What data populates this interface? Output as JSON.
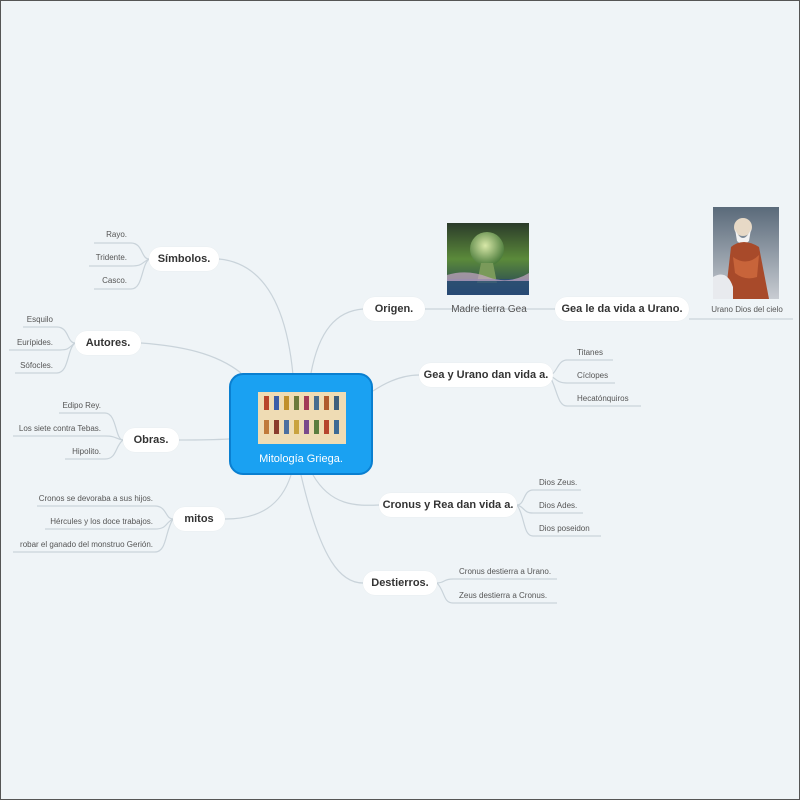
{
  "central": {
    "label": "Mitología Griega."
  },
  "branches": {
    "simbolos": {
      "label": "Símbolos.",
      "items": [
        "Rayo.",
        "Tridente.",
        "Casco."
      ]
    },
    "autores": {
      "label": "Autores.",
      "items": [
        "Esquilo",
        "Eurípides.",
        "Sófocles."
      ]
    },
    "obras": {
      "label": "Obras.",
      "items": [
        "Edipo Rey.",
        "Los siete contra Tebas.",
        "Hipolito."
      ]
    },
    "mitos": {
      "label": "mitos",
      "items": [
        "Cronos se devoraba a sus hijos.",
        "Hércules y los doce trabajos.",
        "robar el ganado del monstruo Gerión."
      ]
    },
    "origen": {
      "label": "Origen.",
      "image_caption": "Madre tierra Gea"
    },
    "urano": {
      "label": "Gea le da vida a Urano.",
      "image_caption": "Urano Dios del cielo"
    },
    "gea_urano": {
      "label": "Gea y Urano dan vida a.",
      "items": [
        "Titanes",
        "Cíclopes",
        "Hecatónquiros"
      ]
    },
    "cronus_rea": {
      "label": "Cronus y Rea dan vida a.",
      "items": [
        "Dios Zeus.",
        "Dios Ades.",
        "Dios poseidon"
      ]
    },
    "destierros": {
      "label": "Destierros.",
      "items": [
        "Cronus destierra a Urano.",
        "Zeus destierra a Cronus."
      ]
    }
  },
  "colors": {
    "background": "#eff4f7",
    "central_fill": "#1aa1f2",
    "central_border": "#0a7fd0",
    "connector": "#c9d3da",
    "topic_fill": "#ffffff"
  }
}
